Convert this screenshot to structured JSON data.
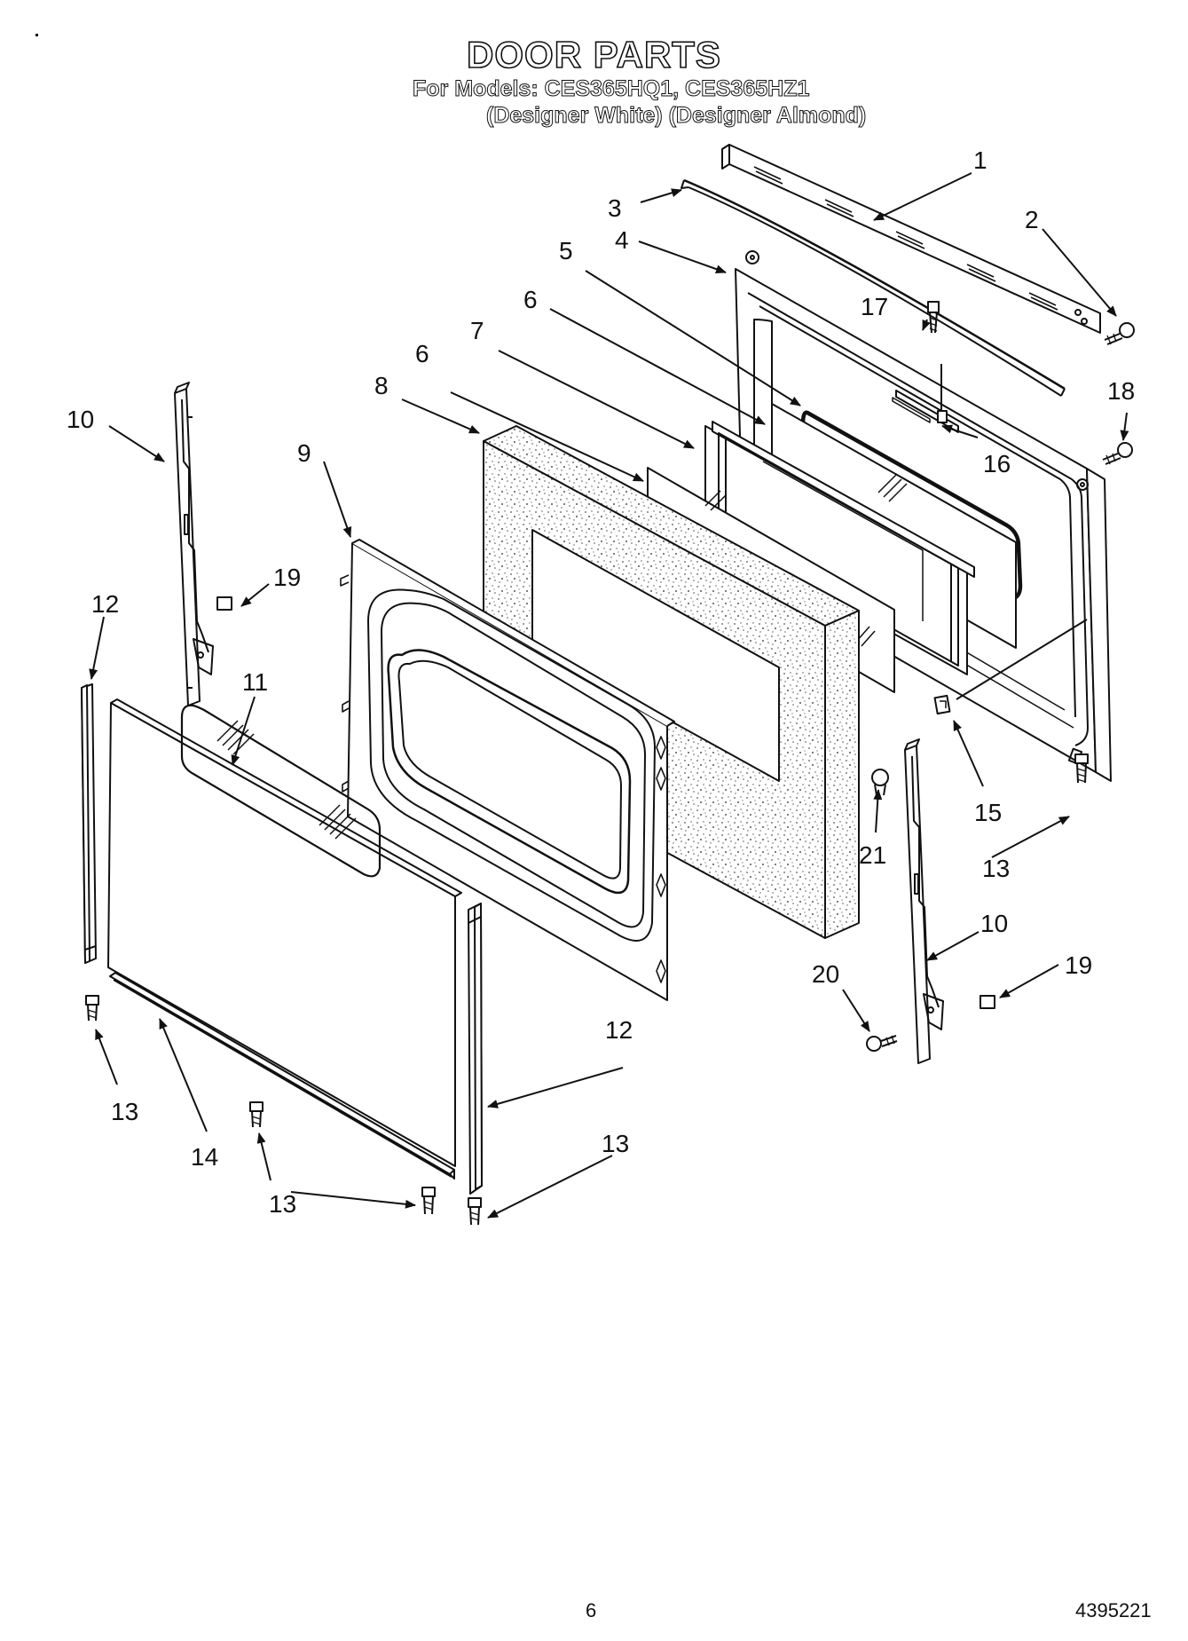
{
  "header": {
    "title": "DOOR PARTS",
    "models_line": "For Models: CES365HQ1, CES365HZ1",
    "variants_line": "(Designer White) (Designer Almond)"
  },
  "footer": {
    "page_number": "6",
    "document_number": "4395221"
  },
  "callouts": {
    "c1": "1",
    "c2": "2",
    "c3": "3",
    "c4": "4",
    "c5": "5",
    "c6a": "6",
    "c6b": "6",
    "c7": "7",
    "c8": "8",
    "c9": "9",
    "c10a": "10",
    "c10b": "10",
    "c11": "11",
    "c12a": "12",
    "c12b": "12",
    "c13a": "13",
    "c13b": "13",
    "c13c": "13",
    "c13d": "13",
    "c14": "14",
    "c15": "15",
    "c16": "16",
    "c17": "17",
    "c18": "18",
    "c19a": "19",
    "c19b": "19",
    "c20": "20",
    "c21": "21"
  },
  "colors": {
    "ink": "#111111",
    "paper": "#ffffff",
    "insulation_speckle": "#555555"
  }
}
